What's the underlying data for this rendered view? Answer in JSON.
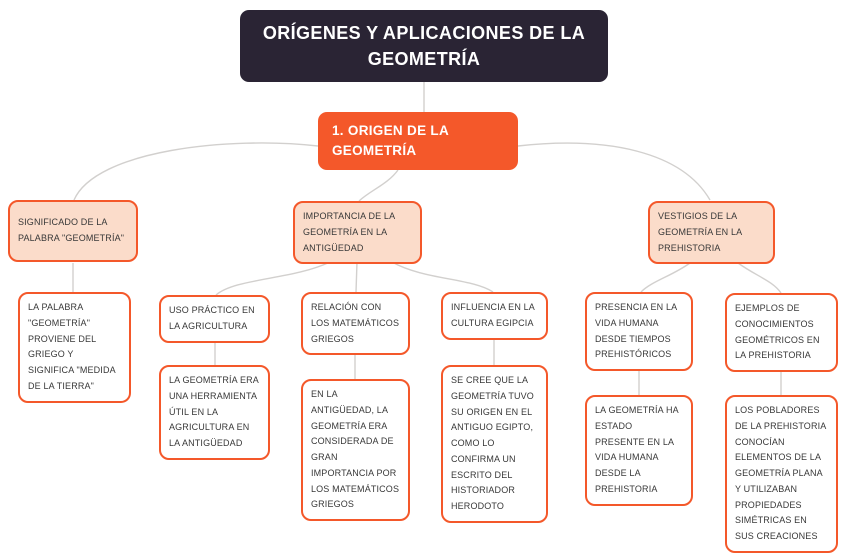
{
  "colors": {
    "accent_orange": "#f4582a",
    "peach_fill": "#fbdcca",
    "dark_bg": "#2a2434",
    "connector": "#d2d0ce",
    "text": "#383838"
  },
  "title": {
    "label": "ORÍGENES Y APLICACIONES DE LA GEOMETRÍA"
  },
  "root": {
    "label": "1. ORIGEN DE LA GEOMETRÍA"
  },
  "branches": [
    {
      "label": "SIGNIFICADO DE LA PALABRA \"GEOMETRÍA\"",
      "detail": "LA PALABRA \"GEOMETRÍA\" PROVIENE DEL GRIEGO Y SIGNIFICA \"MEDIDA DE LA TIERRA\""
    },
    {
      "label": "IMPORTANCIA DE LA GEOMETRÍA EN LA ANTIGÜEDAD",
      "children": [
        {
          "label": "USO PRÁCTICO EN LA AGRICULTURA",
          "detail": "LA GEOMETRÍA ERA UNA HERRAMIENTA ÚTIL EN LA AGRICULTURA EN LA ANTIGÜEDAD"
        },
        {
          "label": "RELACIÓN CON LOS MATEMÁTICOS GRIEGOS",
          "detail": "EN LA ANTIGÜEDAD, LA GEOMETRÍA ERA CONSIDERADA DE GRAN IMPORTANCIA POR LOS MATEMÁTICOS GRIEGOS"
        },
        {
          "label": "INFLUENCIA EN LA CULTURA EGIPCIA",
          "detail": "SE CREE QUE LA GEOMETRÍA TUVO SU ORIGEN EN EL ANTIGUO EGIPTO, COMO LO CONFIRMA UN ESCRITO DEL HISTORIADOR HERODOTO"
        }
      ]
    },
    {
      "label": "VESTIGIOS DE LA GEOMETRÍA EN LA PREHISTORIA",
      "children": [
        {
          "label": "PRESENCIA EN LA VIDA HUMANA DESDE TIEMPOS PREHISTÓRICOS",
          "detail": "LA GEOMETRÍA HA ESTADO PRESENTE EN LA VIDA HUMANA DESDE LA PREHISTORIA"
        },
        {
          "label": "EJEMPLOS DE CONOCIMIENTOS GEOMÉTRICOS EN LA PREHISTORIA",
          "detail": "LOS POBLADORES DE LA PREHISTORIA CONOCÍAN ELEMENTOS DE LA GEOMETRÍA PLANA Y UTILIZABAN PROPIEDADES SIMÉTRICAS EN SUS CREACIONES"
        }
      ]
    }
  ]
}
